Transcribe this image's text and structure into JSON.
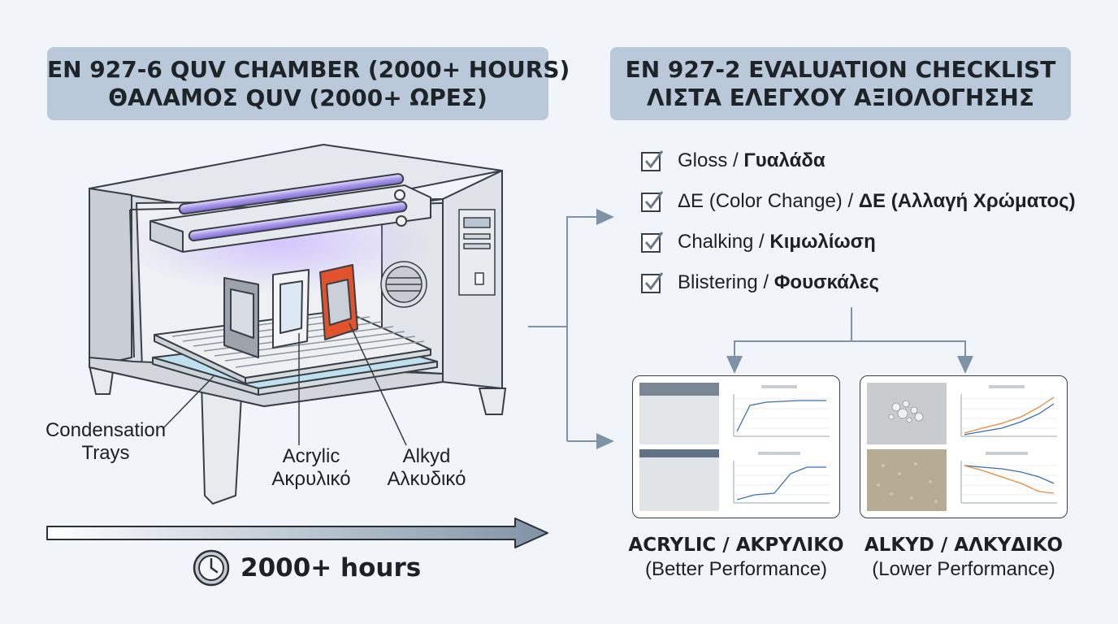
{
  "banners": {
    "left": {
      "line1": "EN 927-6 QUV CHAMBER (2000+ HOURS)",
      "line2": "ΘΑΛΑΜΟΣ QUV (2000+ ΩΡΕΣ)"
    },
    "right": {
      "line1": "EN 927-2 EVALUATION CHECKLIST",
      "line2": "ΛΙΣΤΑ ΕΛΕΓΧΟΥ ΑΞΙΟΛΟΓΗΣΗΣ"
    }
  },
  "chamber_labels": {
    "trays": {
      "line1": "Condensation",
      "line2": "Trays"
    },
    "acrylic": {
      "line1": "Acrylic",
      "line2": "Ακρυλικό"
    },
    "alkyd": {
      "line1": "Alkyd",
      "line2": "Αλκυδικό"
    }
  },
  "checklist": [
    {
      "en": "Gloss",
      "sep": " / ",
      "gr": "Γυαλάδα"
    },
    {
      "en": "ΔE (Color Change)",
      "sep": " / ",
      "gr": "ΔE (Αλλαγή Χρώματος)"
    },
    {
      "en": "Chalking",
      "sep": " / ",
      "gr": "Κιμωλίωση"
    },
    {
      "en": "Blistering",
      "sep": " / ",
      "gr": "Φουσκάλες"
    }
  ],
  "results": {
    "acrylic": {
      "title": "ACRYLIC / ΑΚΡΥΛΙΚΟ",
      "subtitle": "(Better Performance)"
    },
    "alkyd": {
      "title": "ALKYD / ΑΛΚΥΔΙΚΟ",
      "subtitle": "(Lower Performance)"
    }
  },
  "timeline": {
    "label": "2000+ hours"
  },
  "colors": {
    "accent_arrow": "#7f93a6",
    "uv_lamp": "#9f8fe0",
    "alkyd_panel": "#e2532d",
    "banner": "#b9c9d9"
  }
}
